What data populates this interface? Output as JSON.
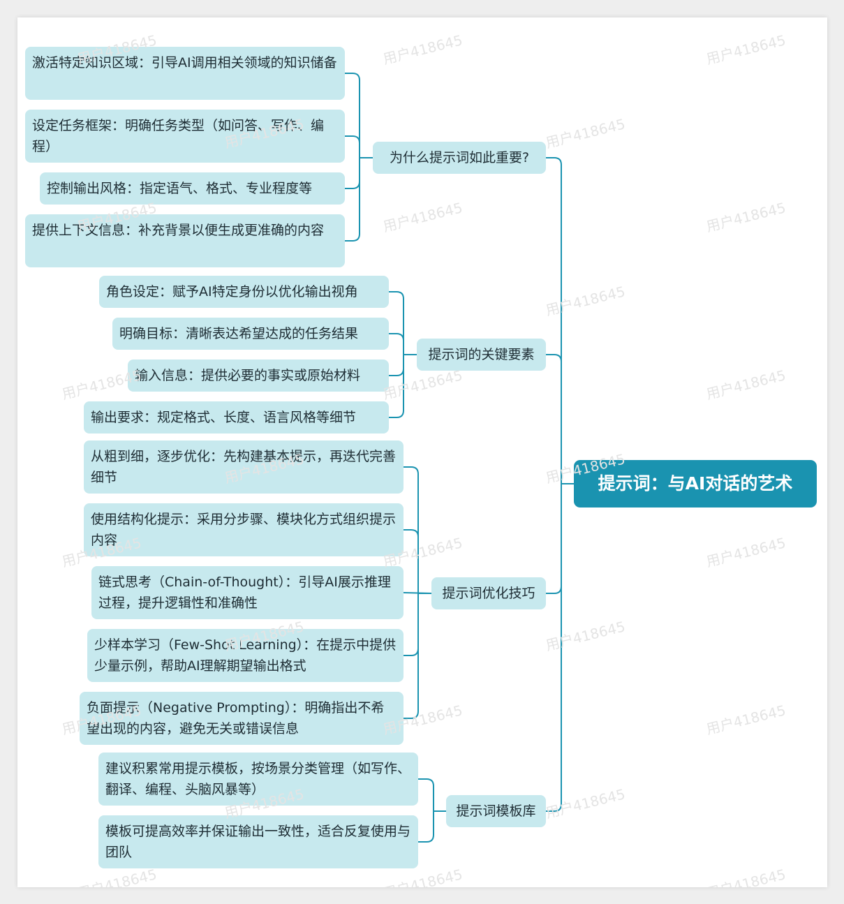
{
  "root": {
    "label": "提示词：与AI对话的艺术"
  },
  "branches": [
    {
      "label": "为什么提示词如此重要?",
      "children": [
        "激活特定知识区域：引导AI调用相关领域的知识储备",
        "设定任务框架：明确任务类型（如问答、写作、编程）",
        "控制输出风格：指定语气、格式、专业程度等",
        "提供上下文信息：补充背景以便生成更准确的内容"
      ]
    },
    {
      "label": "提示词的关键要素",
      "children": [
        "角色设定：赋予AI特定身份以优化输出视角",
        "明确目标：清晰表达希望达成的任务结果",
        "输入信息：提供必要的事实或原始材料",
        "输出要求：规定格式、长度、语言风格等细节"
      ]
    },
    {
      "label": "提示词优化技巧",
      "children": [
        "从粗到细，逐步优化：先构建基本提示，再迭代完善细节",
        "使用结构化提示：采用分步骤、模块化方式组织提示内容",
        "链式思考（Chain-of-Thought）：引导AI展示推理过程，提升逻辑性和准确性",
        "少样本学习（Few-Shot Learning）：在提示中提供少量示例，帮助AI理解期望输出格式",
        "负面提示（Negative Prompting）：明确指出不希望出现的内容，避免无关或错误信息"
      ]
    },
    {
      "label": "提示词模板库",
      "children": [
        "建议积累常用提示模板，按场景分类管理（如写作、翻译、编程、头脑风暴等）",
        "模板可提高效率并保证输出一致性，适合反复使用与团队"
      ]
    }
  ],
  "watermark": "用户418645",
  "colors": {
    "root_bg": "#1a93b0",
    "node_bg": "#c7e9ee",
    "connector": "#1a93b0"
  }
}
